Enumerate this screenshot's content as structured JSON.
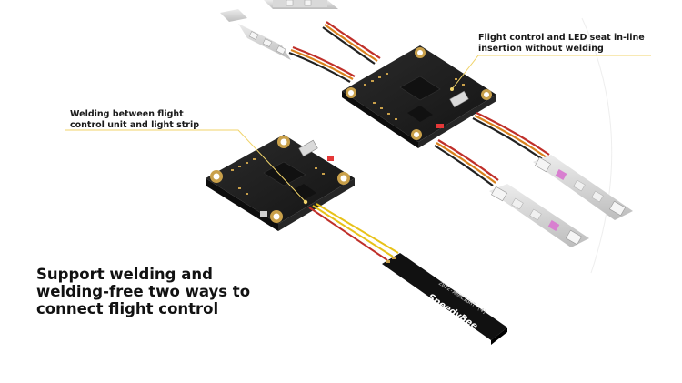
{
  "callouts": {
    "inline": {
      "line1": "Flight control and LED seat in-line",
      "line2": "insertion without welding"
    },
    "weld": {
      "line1": "Welding between flight",
      "line2": "control unit and light strip"
    }
  },
  "headline": {
    "line1": "Support welding and",
    "line2": "welding-free two ways to",
    "line3": "connect flight control"
  },
  "strip_label": "SpeedyBee",
  "strip_model": "2812-ARMLIGHT (4)",
  "colors": {
    "board": "#1c1c1c",
    "gold": "#c9a04a",
    "wire_red": "#c0302a",
    "wire_yellow": "#e8c21a",
    "wire_orange": "#d9821e",
    "wire_black": "#222222",
    "led_glow": "#d87fd0",
    "callout_line": "#f0d36a"
  }
}
